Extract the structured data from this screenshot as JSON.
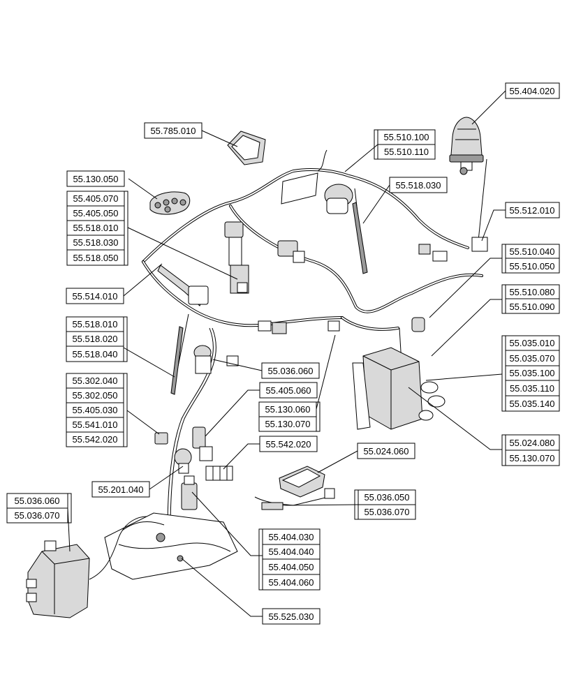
{
  "callouts": [
    {
      "id": "beacon",
      "codes": [
        "55.404.020"
      ]
    },
    {
      "id": "display",
      "codes": [
        "55.785.010"
      ]
    },
    {
      "id": "cab-harness-top",
      "codes": [
        "55.510.100",
        "55.510.110"
      ]
    },
    {
      "id": "wiper-motor-rear",
      "codes": [
        "55.518.030"
      ]
    },
    {
      "id": "switch-panel",
      "codes": [
        "55.130.050"
      ]
    },
    {
      "id": "antenna",
      "codes": [
        "55.512.010"
      ]
    },
    {
      "id": "left-group",
      "codes": [
        "55.405.070",
        "55.405.050",
        "55.518.010",
        "55.518.030",
        "55.518.050"
      ]
    },
    {
      "id": "right-harness",
      "codes": [
        "55.510.040",
        "55.510.050"
      ]
    },
    {
      "id": "front-wiper",
      "codes": [
        "55.514.010"
      ]
    },
    {
      "id": "right-connector",
      "codes": [
        "55.510.080",
        "55.510.090"
      ]
    },
    {
      "id": "wiper-arm-group",
      "codes": [
        "55.518.010",
        "55.518.020",
        "55.518.040"
      ]
    },
    {
      "id": "valve-group",
      "codes": [
        "55.035.010",
        "55.035.070",
        "55.035.100",
        "55.035.110",
        "55.035.140"
      ]
    },
    {
      "id": "washer",
      "codes": [
        "55.036.060"
      ]
    },
    {
      "id": "sensor-group",
      "codes": [
        "55.302.040",
        "55.302.050",
        "55.405.030",
        "55.541.010",
        "55.542.020"
      ]
    },
    {
      "id": "horn",
      "codes": [
        "55.405.060"
      ]
    },
    {
      "id": "harness-clip",
      "codes": [
        "55.130.060",
        "55.130.070"
      ]
    },
    {
      "id": "valve-harness",
      "codes": [
        "55.024.080",
        "55.130.070"
      ]
    },
    {
      "id": "relay",
      "codes": [
        "55.542.020"
      ]
    },
    {
      "id": "ecu",
      "codes": [
        "55.024.060"
      ]
    },
    {
      "id": "pump",
      "codes": [
        "55.201.040"
      ]
    },
    {
      "id": "ecu-harness",
      "codes": [
        "55.036.050",
        "55.036.070"
      ]
    },
    {
      "id": "hyd-block",
      "codes": [
        "55.036.060",
        "55.036.070"
      ]
    },
    {
      "id": "floor-group",
      "codes": [
        "55.404.030",
        "55.404.040",
        "55.404.050",
        "55.404.060"
      ]
    },
    {
      "id": "floor-harness",
      "codes": [
        "55.525.030"
      ]
    }
  ],
  "colors": {
    "ink": "#000000",
    "paper": "#ffffff",
    "shade": "#d9d9d9"
  }
}
